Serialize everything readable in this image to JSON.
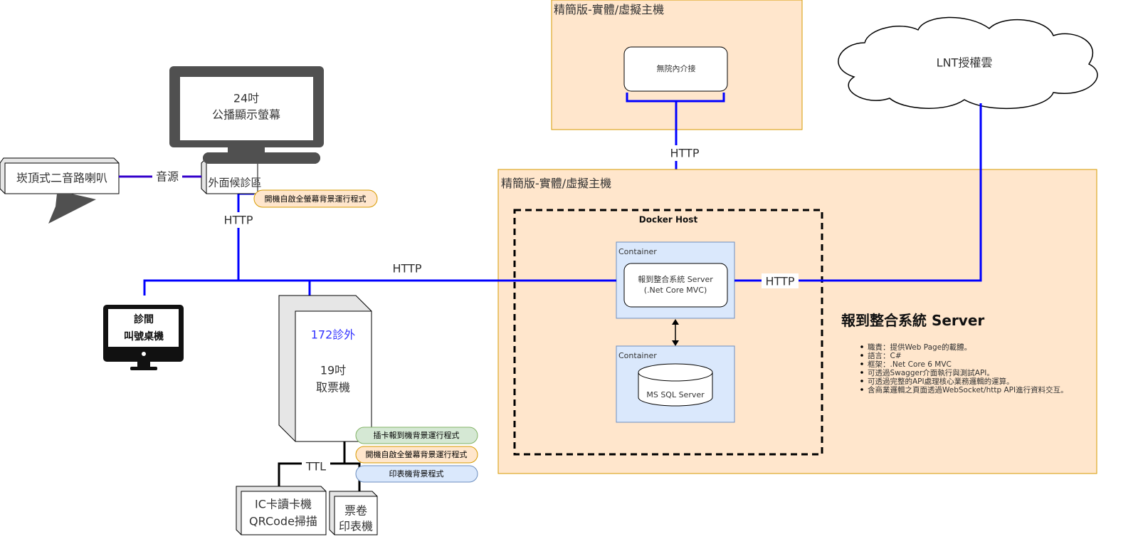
{
  "colors": {
    "host_fill": "#ffe6cc",
    "host_stroke": "#d79b00",
    "container_fill": "#dae8fc",
    "container_stroke": "#6c8ebf",
    "link": "#0000ff",
    "audio_link": "#3300cc",
    "monitor": "#505050",
    "kiosk_title": "#3333ff"
  },
  "top_host": {
    "title": "精簡版-實體/虛擬主機",
    "box": "無院內介接",
    "link_label": "HTTP"
  },
  "main_host": {
    "title": "精簡版-實體/虛擬主機",
    "docker_label": "Docker Host",
    "container1": {
      "label": "Container",
      "app_line1": "報到整合系統 Server",
      "app_line2": "(.Net Core MVC)"
    },
    "container2": {
      "label": "Container",
      "db": "MS SQL Server"
    },
    "cloud_link_label": "HTTP",
    "server_title": "報到整合系統 Server",
    "bullets": [
      "職責：提供Web Page的載體。",
      "語言：C#",
      "框架：.Net Core 6 MVC",
      "可透過Swagger介面執行與測試API。",
      "可透過完整的API處理核心業務邏輯的運算。",
      "含商業邏輯之頁面透過WebSocket/http API進行資料交互。"
    ]
  },
  "cloud": {
    "label": "LNT授權雲"
  },
  "display": {
    "line1": "24吋",
    "line2": "公播顯示螢幕",
    "pc": "外面候診區",
    "pill": "開機自啟全螢幕背景運行程式",
    "link_label": "HTTP"
  },
  "speaker": {
    "label": "崁頂式二音路喇叭",
    "link_label": "音源"
  },
  "main_link_label": "HTTP",
  "desk_pc": {
    "line1": "診間",
    "line2": "叫號桌機"
  },
  "kiosk": {
    "title": "172診外",
    "line1": "19吋",
    "line2": "取票機",
    "pills": [
      "插卡報到機背景運行程式",
      "開機自啟全螢幕背景運行程式",
      "印表機背景程式"
    ],
    "link_label": "TTL"
  },
  "card_reader": {
    "line1": "IC卡讀卡機",
    "line2": "QRCode掃描"
  },
  "printer": {
    "line1": "票卷",
    "line2": "印表機"
  }
}
